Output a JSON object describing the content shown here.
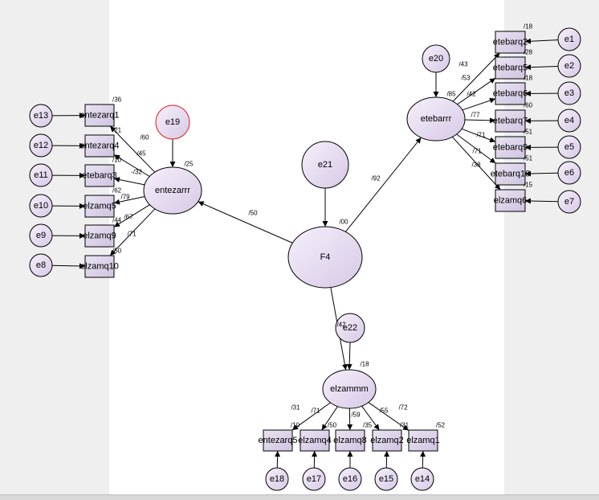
{
  "model": {
    "latent": [
      {
        "id": "F4",
        "label": "F4"
      },
      {
        "id": "entezarrr",
        "label": "entezarrr"
      },
      {
        "id": "etebarrr",
        "label": "etebarrr"
      },
      {
        "id": "elzammm",
        "label": "elzammm"
      }
    ],
    "disturbances": [
      {
        "id": "e19",
        "label": "e19",
        "highlighted": true
      },
      {
        "id": "e20",
        "label": "e20"
      },
      {
        "id": "e21",
        "label": "e21"
      },
      {
        "id": "e22",
        "label": "e22"
      }
    ],
    "indicators": [
      {
        "id": "ent1",
        "label": "entezarq1",
        "r2": "/36",
        "loading": "/60",
        "error": "e13",
        "factor": "entezarrr"
      },
      {
        "id": "ent4",
        "label": "entezarq4",
        "r2": "/21",
        "loading": "/45",
        "error": "e12",
        "factor": "entezarrr"
      },
      {
        "id": "eteb3",
        "label": "etebarq3",
        "r2": "/10",
        "loading": "-/32",
        "error": "e11",
        "factor": "entezarrr"
      },
      {
        "id": "elz5",
        "label": "elzamq5",
        "r2": "/62",
        "loading": "/79",
        "error": "e10",
        "factor": "entezarrr"
      },
      {
        "id": "elz9",
        "label": "elzamq9",
        "r2": "/44",
        "loading": "/67",
        "error": "e9",
        "factor": "entezarrr"
      },
      {
        "id": "elz10",
        "label": "elzamq10",
        "r2": "/50",
        "loading": "/71",
        "error": "e8",
        "factor": "entezarrr"
      },
      {
        "id": "eteb2",
        "label": "etebarq2",
        "r2": "/18",
        "loading": "/43",
        "error": "e1",
        "factor": "etebarrr"
      },
      {
        "id": "eteb5",
        "label": "etebarq5",
        "r2": "/28",
        "loading": "/53",
        "error": "e2",
        "factor": "etebarrr"
      },
      {
        "id": "eteb6",
        "label": "etebarq6",
        "r2": "/18",
        "loading": "/42",
        "error": "e3",
        "factor": "etebarrr"
      },
      {
        "id": "eteb7",
        "label": "etebarq7",
        "r2": "/60",
        "loading": "/77",
        "error": "e4",
        "factor": "etebarrr"
      },
      {
        "id": "eteb9",
        "label": "etebarq9",
        "r2": "/51",
        "loading": "/71",
        "error": "e5",
        "factor": "etebarrr"
      },
      {
        "id": "eteb10",
        "label": "etebarq10",
        "r2": "/51",
        "loading": "/71",
        "error": "e6",
        "factor": "etebarrr"
      },
      {
        "id": "elz6",
        "label": "elzamq6",
        "r2": "/15",
        "loading": "/38",
        "error": "e7",
        "factor": "etebarrr"
      },
      {
        "id": "ent5",
        "label": "entezarq5",
        "r2": "/10",
        "loading": "/31",
        "error": "e18",
        "factor": "elzammm"
      },
      {
        "id": "elz4",
        "label": "elzamq4",
        "r2": "/50",
        "loading": "/71",
        "error": "e17",
        "factor": "elzammm"
      },
      {
        "id": "elz8",
        "label": "elzamq8",
        "r2": "/35",
        "loading": "/59",
        "error": "e16",
        "factor": "elzammm"
      },
      {
        "id": "elz2",
        "label": "elzamq2",
        "r2": "/31",
        "loading": "/55",
        "error": "e15",
        "factor": "elzammm"
      },
      {
        "id": "elz1",
        "label": "elzamq1",
        "r2": "/52",
        "loading": "/72",
        "error": "e14",
        "factor": "elzammm"
      }
    ],
    "structural": [
      {
        "from": "F4",
        "to": "entezarrr",
        "coef": "/50"
      },
      {
        "from": "F4",
        "to": "etebarrr",
        "coef": "/92"
      },
      {
        "from": "F4",
        "to": "elzammm",
        "coef": "/42"
      }
    ],
    "latent_r2": [
      {
        "factor": "entezarrr",
        "value": "/25"
      },
      {
        "factor": "etebarrr",
        "value": "/85"
      },
      {
        "factor": "elzammm",
        "value": "/18"
      },
      {
        "factor": "F4",
        "value": "/00"
      }
    ]
  },
  "colors": {
    "node_fill_light": "#f3ecf9",
    "node_fill_dark": "#ddd0ea",
    "stroke": "#000000",
    "highlight": "#e8191c"
  }
}
